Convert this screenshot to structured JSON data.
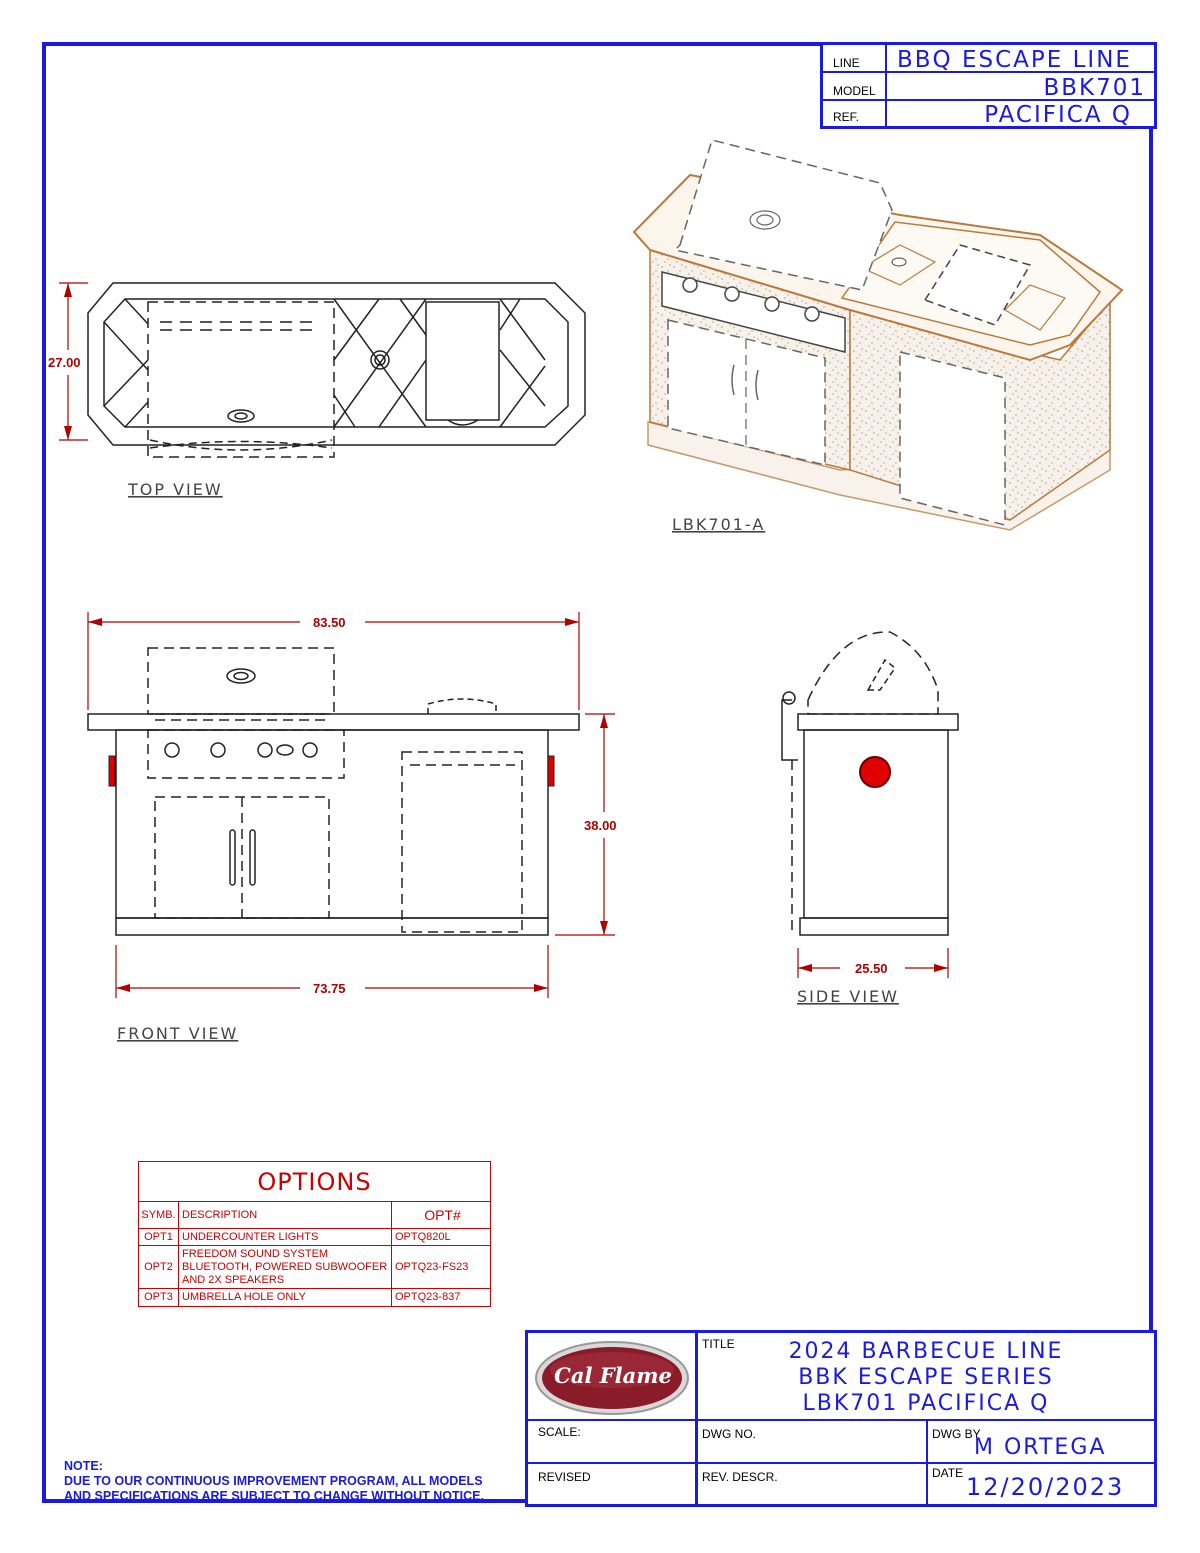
{
  "header_block": {
    "line_label": "LINE",
    "line_value": "BBQ ESCAPE LINE",
    "model_label": "MODEL",
    "model_value": "BBK701",
    "ref_label": "REF.",
    "ref_value": "PACIFICA Q"
  },
  "views": {
    "top": "TOP VIEW",
    "iso": "LBK701-A",
    "front": "FRONT VIEW",
    "side": "SIDE VIEW"
  },
  "dimensions": {
    "top_depth": "27.00",
    "front_overall_width": "83.50",
    "front_height": "38.00",
    "front_base_width": "73.75",
    "side_depth": "25.50"
  },
  "options": {
    "title": "OPTIONS",
    "headers": [
      "SYMB.",
      "DESCRIPTION",
      "OPT#"
    ],
    "rows": [
      {
        "symb": "OPT1",
        "desc": [
          "UNDERCOUNTER LIGHTS"
        ],
        "opt": "OPTQ820L"
      },
      {
        "symb": "OPT2",
        "desc": [
          "FREEDOM SOUND SYSTEM",
          "BLUETOOTH, POWERED SUBWOOFER",
          "AND 2X SPEAKERS"
        ],
        "opt": "OPTQ23-FS23"
      },
      {
        "symb": "OPT3",
        "desc": [
          "UMBRELLA HOLE ONLY"
        ],
        "opt": "OPTQ23-837"
      }
    ]
  },
  "note": {
    "label": "NOTE:",
    "line1": "DUE TO OUR CONTINUOUS IMPROVEMENT PROGRAM, ALL MODELS",
    "line2": "AND SPECIFICATIONS ARE SUBJECT TO CHANGE WITHOUT NOTICE."
  },
  "title_block": {
    "logo_text": "Cal Flame",
    "title_label": "TITLE",
    "title_line1": "2024 BARBECUE LINE",
    "title_line2": "BBK ESCAPE SERIES",
    "title_line3": "LBK701 PACIFICA Q",
    "scale_label": "SCALE:",
    "dwg_no_label": "DWG NO.",
    "dwg_by_label": "DWG BY",
    "dwg_by_value": "M ORTEGA",
    "revised_label": "REVISED",
    "rev_descr_label": "REV. DESCR.",
    "date_label": "DATE",
    "date_value": "12/20/2023"
  },
  "colors": {
    "border_blue": "#1a1ae0",
    "dimension_red": "#b00000",
    "iso_orange": "#b87a3c",
    "button_red": "#e00000",
    "logo_maroon": "#8a1c2a"
  }
}
